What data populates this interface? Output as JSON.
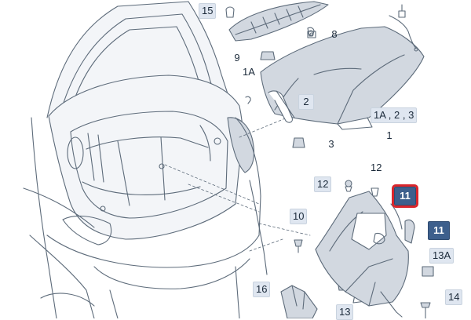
{
  "colors": {
    "line": "#5d6b7a",
    "fill_body": "#f3f5f8",
    "fill_part": "#d2d8e0",
    "callout_bg": "#dfe6f0",
    "callout_dark": "#3d5f8c",
    "highlight": "#d9262c"
  },
  "callouts": {
    "c15": "15",
    "c8": "8",
    "c9": "9",
    "c1A": "1A",
    "c2": "2",
    "c1A23": "1A , 2 , 3",
    "c1": "1",
    "c3": "3",
    "c12a": "12",
    "c12b": "12",
    "c11a": "11",
    "c11b": "11",
    "c10": "10",
    "c13A": "13A",
    "c16": "16",
    "c13": "13",
    "c14": "14"
  }
}
